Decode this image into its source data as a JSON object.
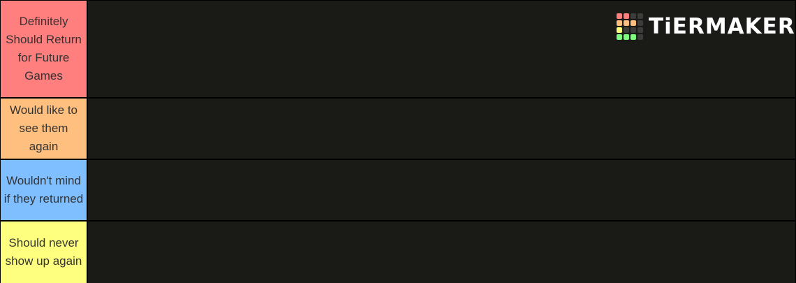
{
  "brand": {
    "name": "TiERMAKER",
    "grid_colors": [
      "#ff7f7f",
      "#ff7f7f",
      "#3c3c3c",
      "#3c3c3c",
      "#ffbf7f",
      "#ffbf7f",
      "#ffbf7f",
      "#3c3c3c",
      "#ffff7f",
      "#3c3c3c",
      "#3c3c3c",
      "#3c3c3c",
      "#7fff7f",
      "#7fff7f",
      "#7fff7f",
      "#3c3c3c"
    ]
  },
  "tiers": [
    {
      "label": "Definitely Should Return for Future Games",
      "color": "#ff7f7f",
      "items": []
    },
    {
      "label": "Would like to see them again",
      "color": "#ffbf7f",
      "items": []
    },
    {
      "label": "Wouldn't mind if they returned",
      "color": "#7fbfff",
      "items": []
    },
    {
      "label": "Should never show up again",
      "color": "#ffff7f",
      "items": []
    }
  ]
}
